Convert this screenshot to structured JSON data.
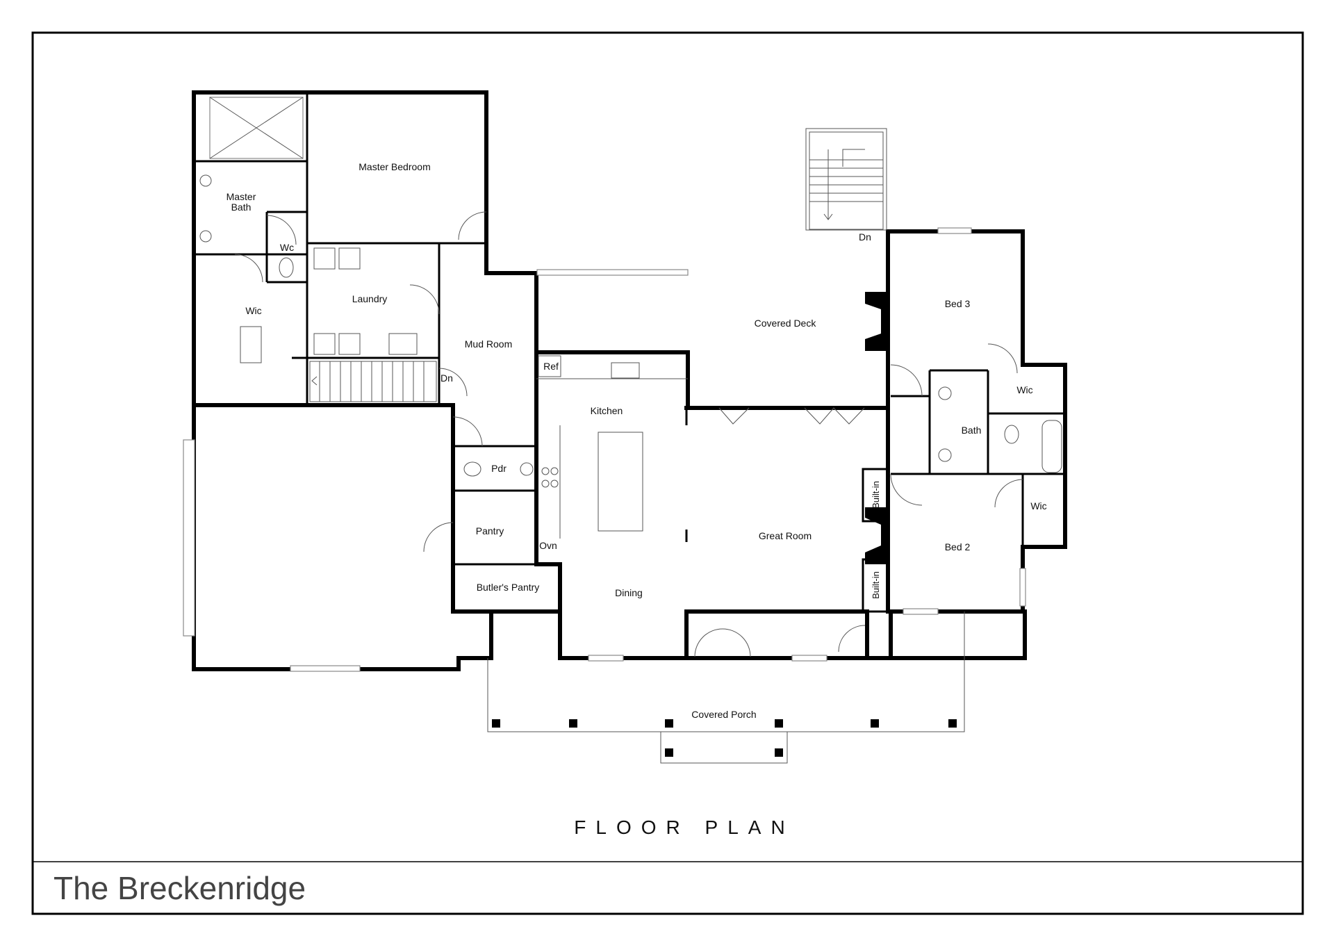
{
  "plan": {
    "heading": "FLOOR PLAN",
    "name": "The Breckenridge"
  },
  "rooms": {
    "master_bedroom": "Master Bedroom",
    "master_bath_line1": "Master",
    "master_bath_line2": "Bath",
    "wc": "Wc",
    "wic_master": "Wic",
    "laundry": "Laundry",
    "mud_room": "Mud Room",
    "dn_stair_laundry": "Dn",
    "pdr": "Pdr",
    "pantry": "Pantry",
    "butlers_pantry": "Butler's Pantry",
    "ref": "Ref",
    "kitchen": "Kitchen",
    "ovn": "Ovn",
    "dining": "Dining",
    "covered_deck": "Covered Deck",
    "dn_deck": "Dn",
    "great_room": "Great Room",
    "built_in_upper": "Built-in",
    "built_in_lower": "Built-in",
    "bed3": "Bed 3",
    "wic_bed3": "Wic",
    "bath": "Bath",
    "wic_bed2": "Wic",
    "bed2": "Bed 2",
    "covered_porch": "Covered Porch"
  }
}
